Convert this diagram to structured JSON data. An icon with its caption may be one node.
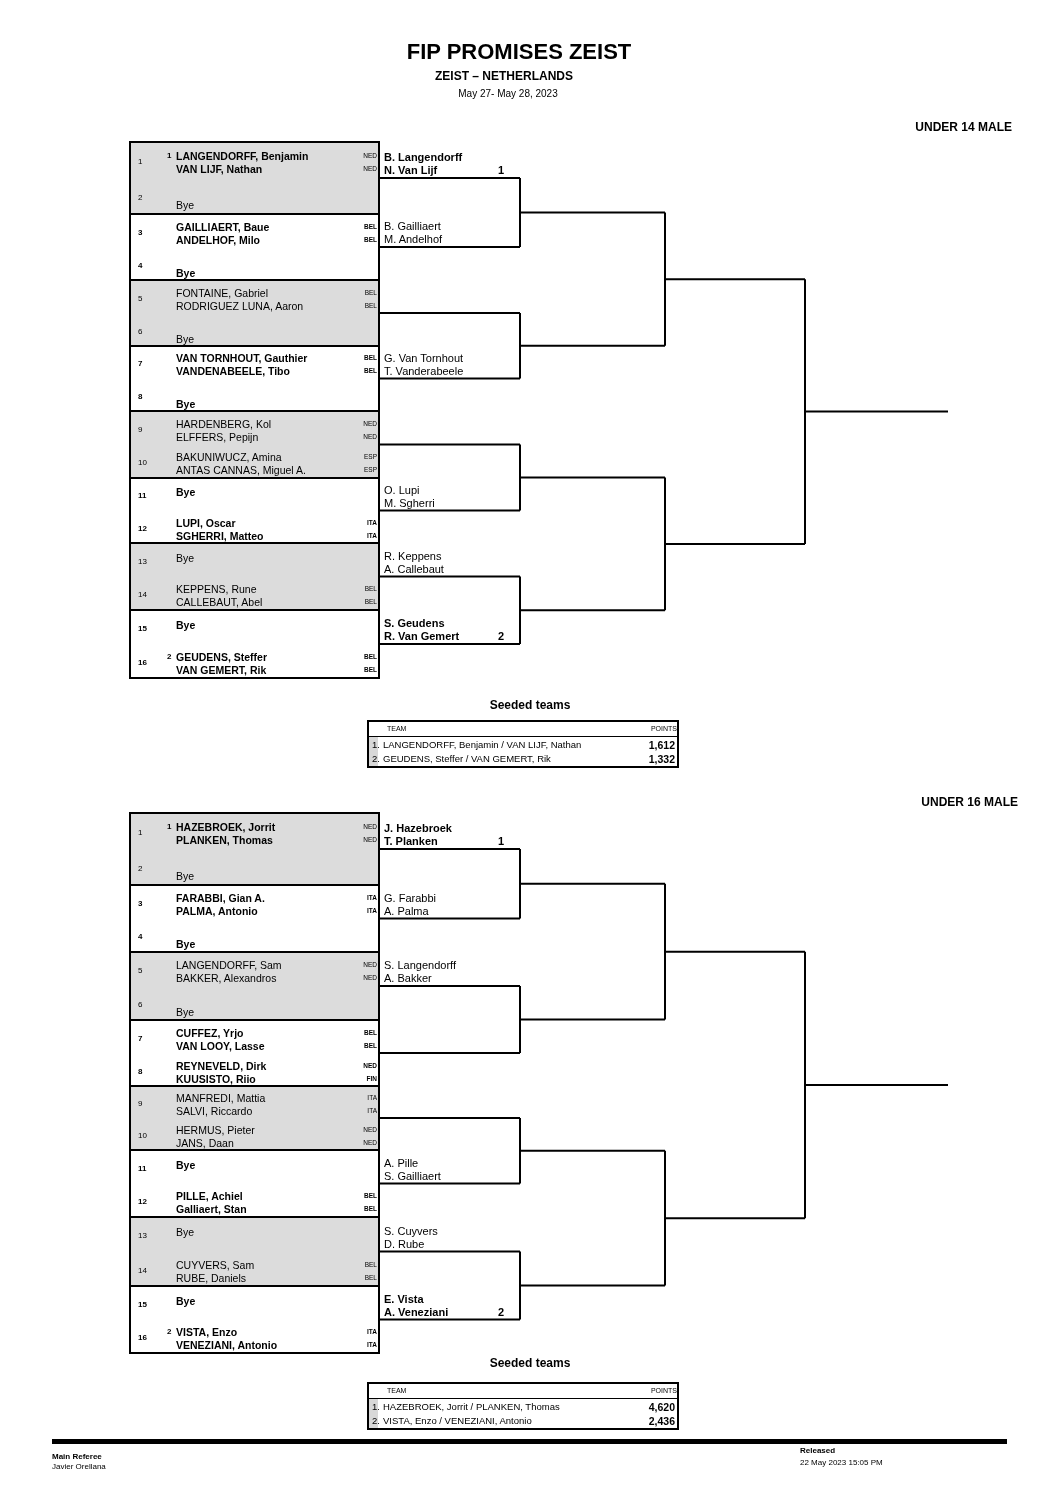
{
  "diagram": {
    "title": "FIP PROMISES ZEIST",
    "nodes": [
      {
        "text": [
          "1",
          "1",
          "LANGENDORFF, Benjamin",
          "NED",
          "VAN LIJF, Nathan",
          "NED",
          "2",
          "Bye"
        ]
      },
      {
        "text": [
          "3",
          "GAILLIAERT, Baue",
          "BEL",
          "ANDELHOF, Milo",
          "BEL",
          "4",
          "Bye"
        ]
      },
      {
        "text": [
          "5",
          "FONTAINE, Gabriel",
          "BEL",
          "RODRIGUEZ LUNA, Aaron",
          "BEL",
          "6",
          "Bye"
        ]
      },
      {
        "text": [
          "7",
          "VAN TORNHOUT, Gauthier",
          "BEL",
          "VANDENABEELE, Tibo",
          "BEL",
          "8",
          "Bye"
        ]
      },
      {
        "text": [
          "9",
          "HARDENBERG, Kol",
          "NED",
          "ELFFERS, Pepijn",
          "NED",
          "10",
          "BAKUNIWUCZ, Amina",
          "ESP",
          "ANTAS CANNAS, Miguel A.",
          "ESP"
        ]
      },
      {
        "text": [
          "11",
          "Bye",
          "12",
          "LUPI, Oscar",
          "ITA",
          "SGHERRI, Matteo",
          "ITA"
        ]
      },
      {
        "text": [
          "13",
          "Bye",
          "14",
          "KEPPENS, Rune",
          "BEL",
          "CALLEBAUT, Abel",
          "BEL"
        ]
      },
      {
        "text": [
          "15",
          "Bye",
          "16",
          "2",
          "GEUDENS, Steffer",
          "BEL",
          "VAN GEMERT, Rik",
          "BEL"
        ]
      },
      {
        "text": [
          "1",
          "1",
          "HAZEBROEK, Jorrit",
          "NED",
          "PLANKEN, Thomas",
          "NED",
          "2",
          "Bye"
        ]
      },
      {
        "text": [
          "3",
          "FARABBI, Gian A.",
          "ITA",
          "PALMA, Antonio",
          "ITA",
          "4",
          "Bye"
        ]
      },
      {
        "text": [
          "5",
          "LANGENDORFF, Sam",
          "NED",
          "BAKKER, Alexandros",
          "NED",
          "6",
          "Bye"
        ]
      },
      {
        "text": [
          "7",
          "CUFFEZ, Yrjo",
          "BEL",
          "VAN LOOY, Lasse",
          "BEL",
          "8",
          "REYNEVELD, Dirk",
          "NED",
          "KUUSISTO, Riio",
          "FIN"
        ]
      },
      {
        "text": [
          "9",
          "MANFREDI, Mattia",
          "ITA",
          "SALVI, Riccardo",
          "ITA",
          "10",
          "HERMUS, Pieter",
          "NED",
          "JANS, Daan",
          "NED"
        ]
      },
      {
        "text": [
          "11",
          "Bye",
          "12",
          "PILLE, Achiel",
          "BEL",
          "Galliaert, Stan",
          "BEL"
        ]
      },
      {
        "text": [
          "13",
          "Bye",
          "14",
          "CUYVERS, Sam",
          "BEL",
          "RUBE, Daniels",
          "BEL"
        ]
      },
      {
        "text": [
          "15",
          "Bye",
          "16",
          "2",
          "VISTA, Enzo",
          "ITA",
          "VENEZIANI, Antonio",
          "ITA"
        ]
      }
    ],
    "labels": [
      "ZEIST – NETHERLANDS",
      "May 27- May 28, 2023",
      "UNDER 14 MALE",
      "B. Langendorff",
      "N. Van Lijf",
      "1",
      "B. Gailliaert",
      "M. Andelhof",
      "G. Van Tornhout",
      "T. Vanderabeele",
      "O. Lupi",
      "M. Sgherri",
      "R. Keppens",
      "A. Callebaut",
      "S. Geudens",
      "R. Van Gemert",
      "2",
      "Seeded teams",
      "TEAM",
      "POINTS",
      "1.",
      "LANGENDORFF, Benjamin / VAN LIJF, Nathan",
      "1,612",
      "2.",
      "GEUDENS, Steffer / VAN GEMERT, Rik",
      "1,332",
      "UNDER 16 MALE",
      "J. Hazebroek",
      "T. Planken",
      "1",
      "G. Farabbi",
      "A. Palma",
      "S. Langendorff",
      "A. Bakker",
      "A. Pille",
      "S. Gailliaert",
      "S. Cuyvers",
      "D. Rube",
      "E. Vista",
      "A. Veneziani",
      "2",
      "Seeded teams",
      "TEAM",
      "POINTS",
      "1.",
      "HAZEBROEK, Jorrit / PLANKEN, Thomas",
      "4,620",
      "2.",
      "VISTA, Enzo / VENEZIANI, Antonio",
      "2,436",
      "Main Referee",
      "Javier Orellana",
      "Released",
      "22 May 2023 15:05 PM"
    ]
  }
}
